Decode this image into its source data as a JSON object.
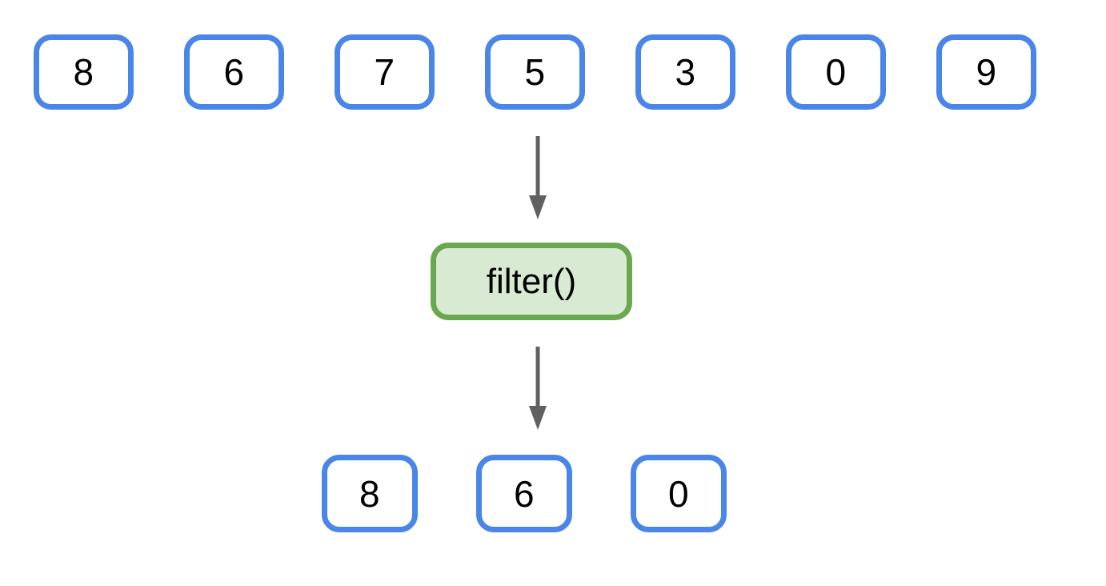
{
  "diagram": {
    "input_row": {
      "values": [
        "8",
        "6",
        "7",
        "5",
        "3",
        "0",
        "9"
      ]
    },
    "function_box": {
      "label": "filter()"
    },
    "output_row": {
      "values": [
        "8",
        "6",
        "0"
      ]
    },
    "icons": {
      "arrow_top": "arrow-down-icon",
      "arrow_bottom": "arrow-down-icon"
    },
    "colors": {
      "value_box_border": "#4a86e8",
      "value_box_fill": "#ffffff",
      "function_box_border": "#6aa84f",
      "function_box_fill": "#d9ead3",
      "arrow": "#606060",
      "text": "#000000",
      "background": "#ffffff"
    }
  }
}
